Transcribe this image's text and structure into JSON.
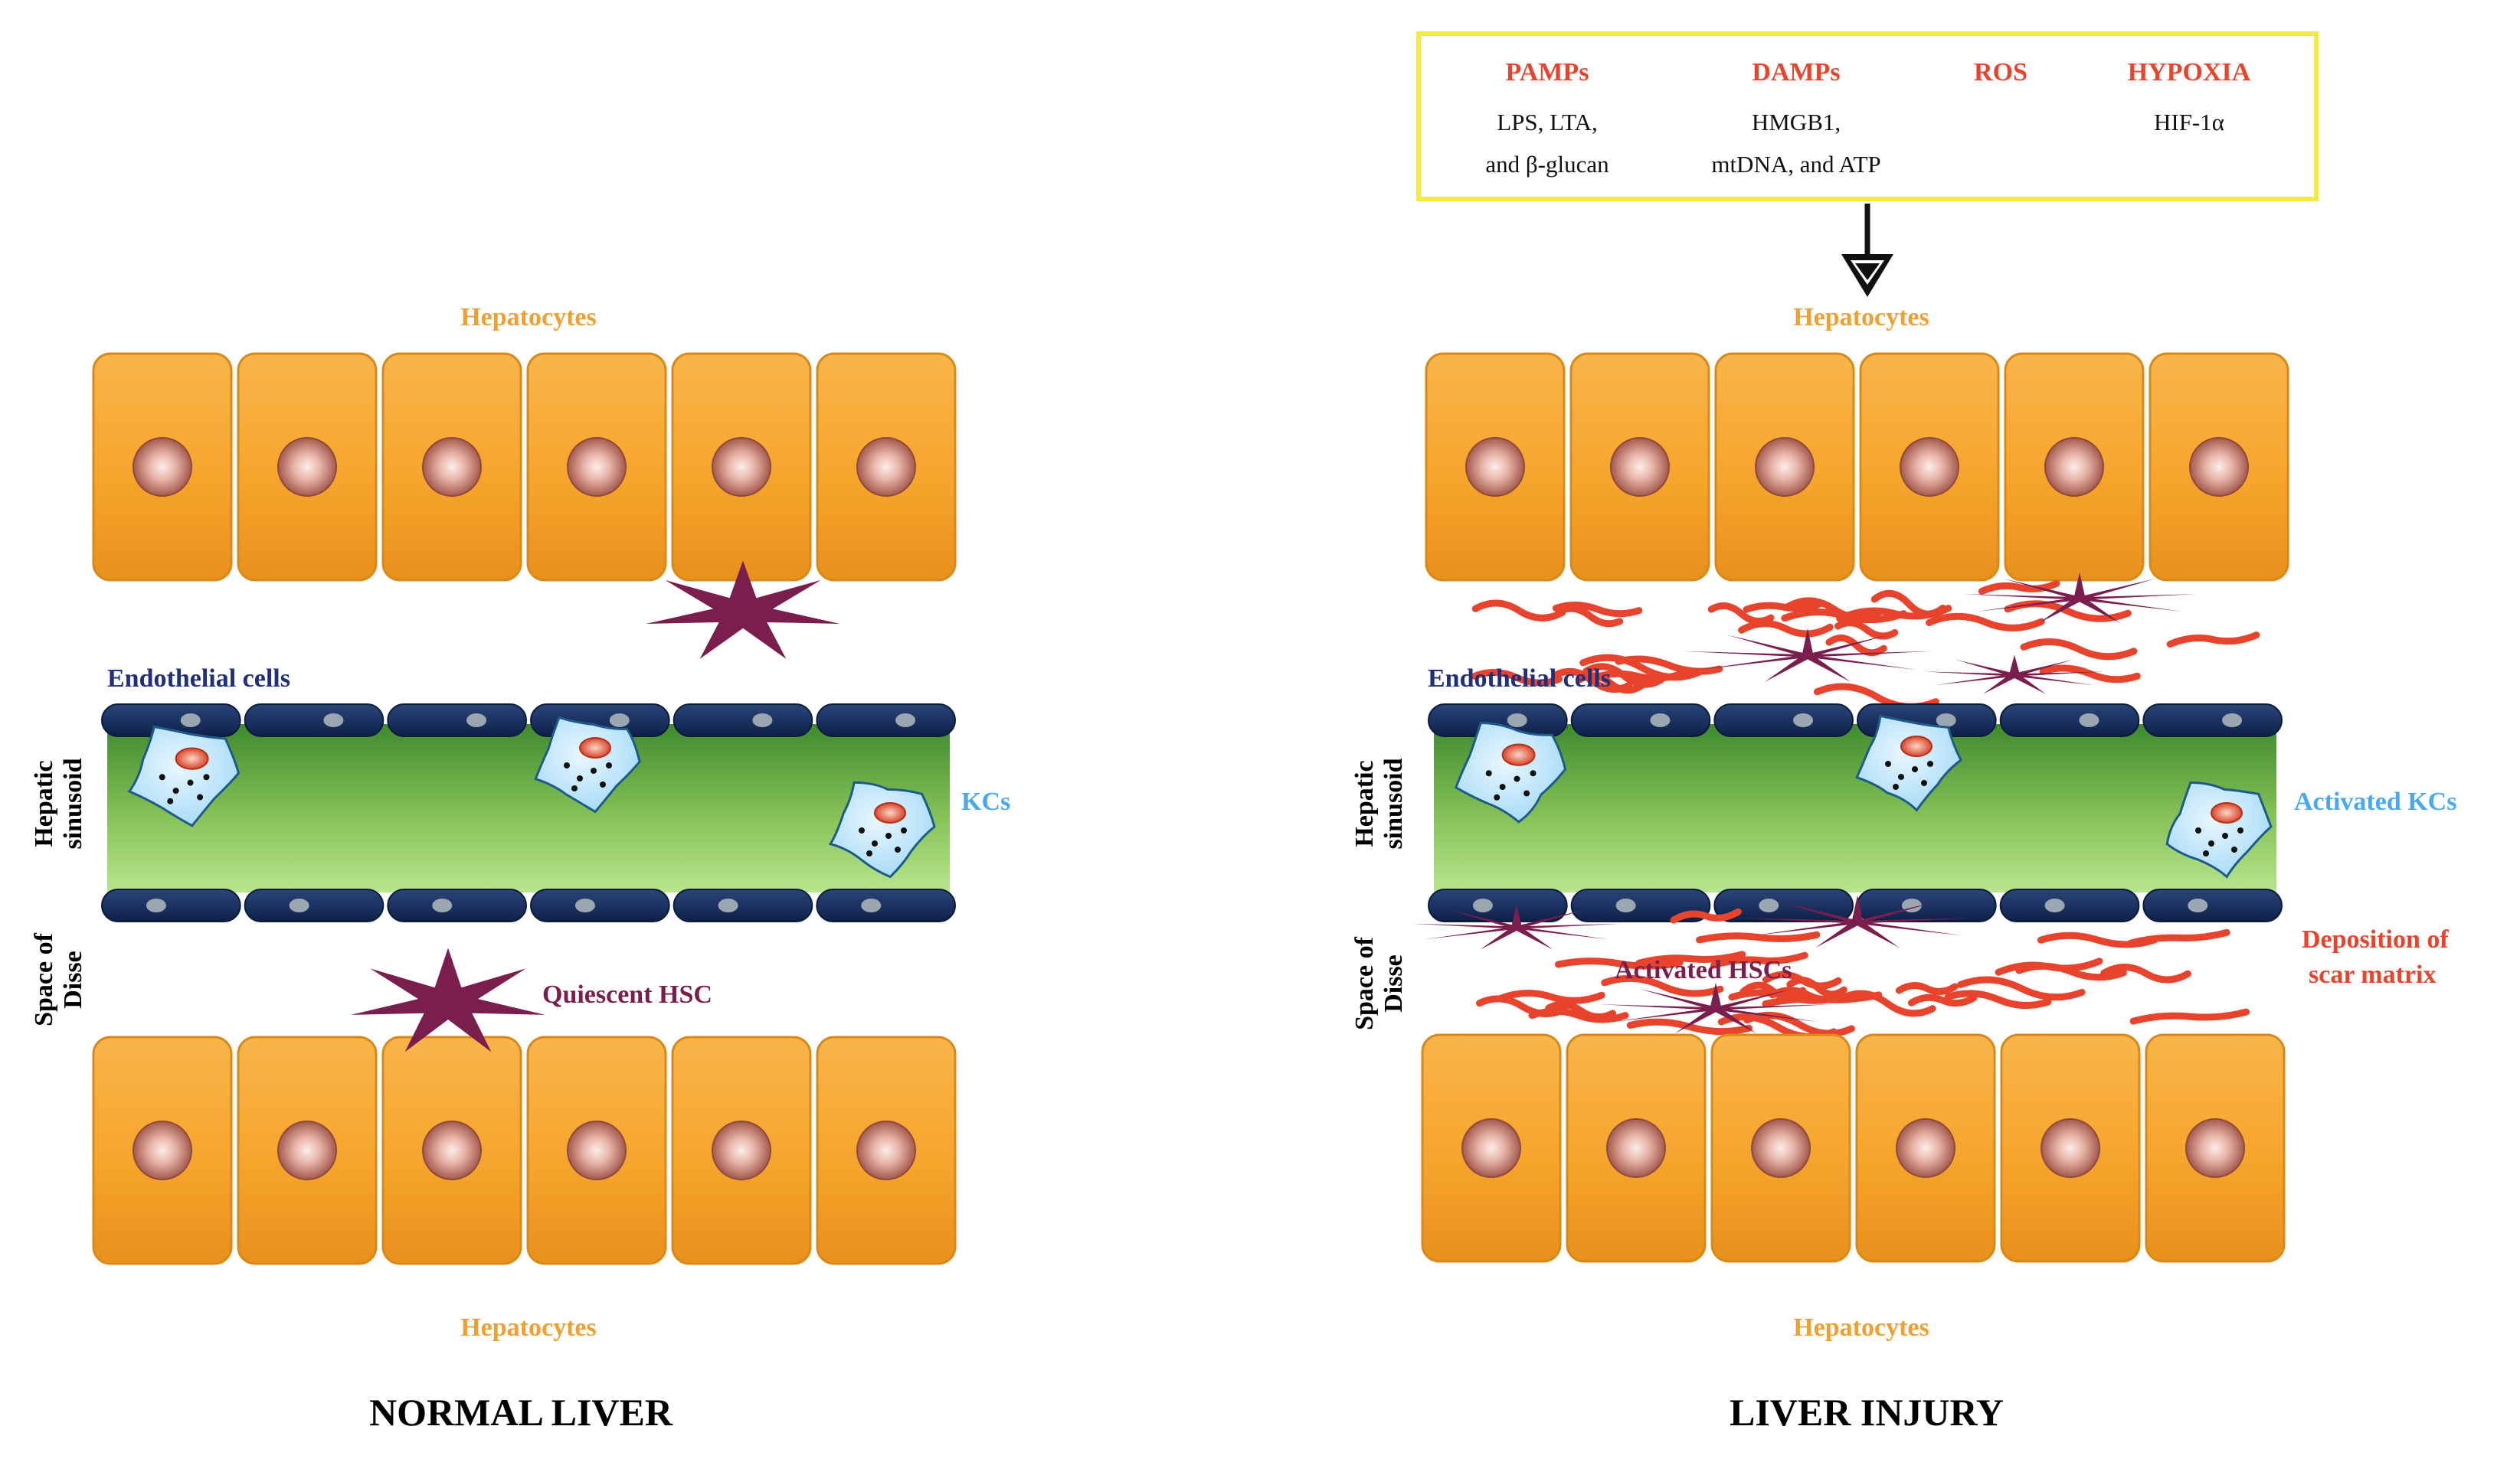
{
  "colors": {
    "hepatocyte_label": "#f0a033",
    "endothelial_label": "#1f2f7a",
    "kc_label": "#4aa8ee",
    "hsc": "#7a1e4e",
    "scar": "#e8432c",
    "trigger": "#e8432c",
    "box_border": "#f5ea3a",
    "title": "#000000"
  },
  "normal": {
    "hepatocytes_top": "Hepatocytes",
    "hepatocytes_bottom": "Hepatocytes",
    "endothelial": "Endothelial cells",
    "sinusoid": [
      "Hepatic",
      "sinusoid"
    ],
    "disse": [
      "Space of",
      "Disse"
    ],
    "kcs": "KCs",
    "hsc": "Quiescent HSC",
    "title": "NORMAL LIVER"
  },
  "injury": {
    "triggers": [
      {
        "name": "PAMPs",
        "lines": [
          "LPS, LTA,",
          "and β-glucan"
        ]
      },
      {
        "name": "DAMPs",
        "lines": [
          "HMGB1,",
          "mtDNA, and ATP"
        ]
      },
      {
        "name": "ROS",
        "lines": []
      },
      {
        "name": "HYPOXIA",
        "lines": [
          "HIF-1α"
        ]
      }
    ],
    "hepatocytes_top": "Hepatocytes",
    "hepatocytes_bottom": "Hepatocytes",
    "endothelial": "Endothelial cells",
    "sinusoid": [
      "Hepatic",
      "sinusoid"
    ],
    "disse": [
      "Space of",
      "Disse"
    ],
    "kcs": "Activated KCs",
    "hsc": "Activated HSCs",
    "scar": [
      "Deposition of",
      "scar matrix"
    ],
    "title": "LIVER INJURY"
  }
}
